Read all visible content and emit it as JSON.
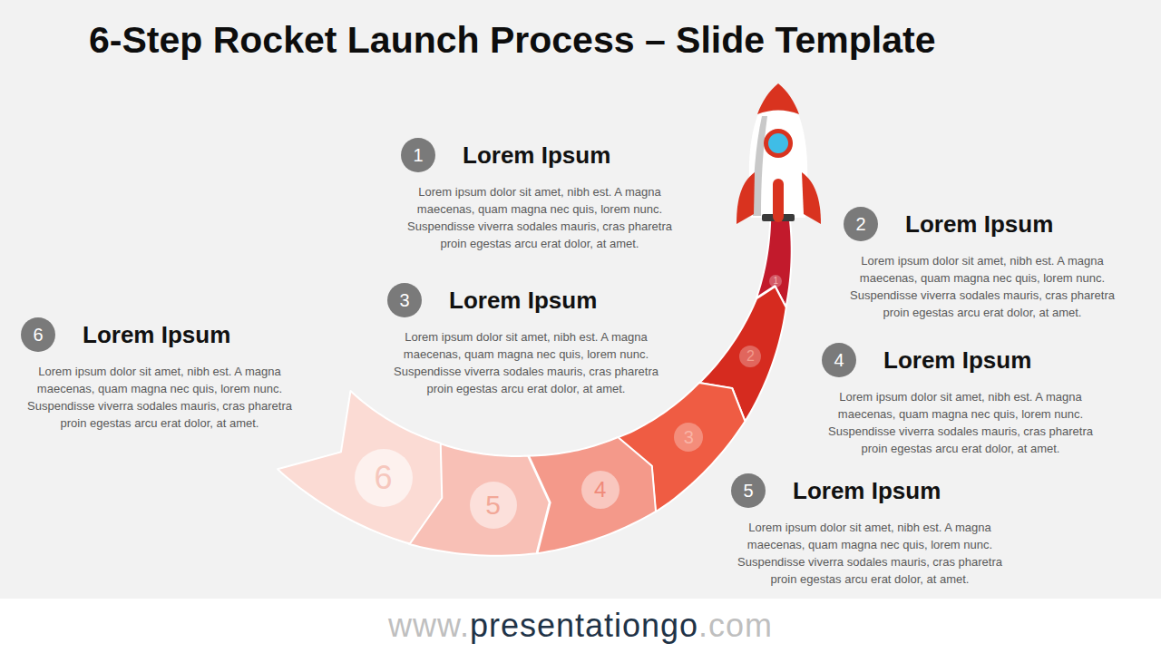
{
  "diagram": {
    "title": "6-Step Rocket Launch Process – Slide Template",
    "nodes": [
      {
        "text": [
          "1",
          "Lorem Ipsum",
          "Lorem ipsum dolor sit amet, nibh est. A magna maecenas, quam magna nec quis, lorem nunc. Suspendisse viverra sodales mauris, cras pharetra proin egestas arcu erat dolor, at amet."
        ]
      },
      {
        "text": [
          "2",
          "Lorem Ipsum",
          "Lorem ipsum dolor sit amet, nibh est. A magna maecenas, quam magna nec quis, lorem nunc. Suspendisse viverra sodales mauris, cras pharetra proin egestas arcu erat dolor, at amet."
        ]
      },
      {
        "text": [
          "3",
          "Lorem Ipsum",
          "Lorem ipsum dolor sit amet, nibh est. A magna maecenas, quam magna nec quis, lorem nunc. Suspendisse viverra sodales mauris, cras pharetra proin egestas arcu erat dolor, at amet."
        ]
      },
      {
        "text": [
          "4",
          "Lorem Ipsum",
          "Lorem ipsum dolor sit amet, nibh est. A magna maecenas, quam magna nec quis, lorem nunc. Suspendisse viverra sodales mauris, cras pharetra proin egestas arcu erat dolor, at amet."
        ]
      },
      {
        "text": [
          "5",
          "Lorem Ipsum",
          "Lorem ipsum dolor sit amet, nibh est. A magna maecenas, quam magna nec quis, lorem nunc. Suspendisse viverra sodales mauris, cras pharetra proin egestas arcu erat dolor, at amet."
        ]
      },
      {
        "text": [
          "6",
          "Lorem Ipsum",
          "Lorem ipsum dolor sit amet, nibh est. A magna maecenas, quam magna nec quis, lorem nunc. Suspendisse viverra sodales mauris, cras pharetra proin egestas arcu erat dolor, at amet."
        ]
      },
      {
        "text": [
          "1"
        ]
      },
      {
        "text": [
          "2"
        ]
      },
      {
        "text": [
          "3"
        ]
      },
      {
        "text": [
          "4"
        ]
      },
      {
        "text": [
          "5"
        ]
      },
      {
        "text": [
          "6"
        ]
      }
    ],
    "labels": [
      "www.presentationgo.com"
    ]
  }
}
